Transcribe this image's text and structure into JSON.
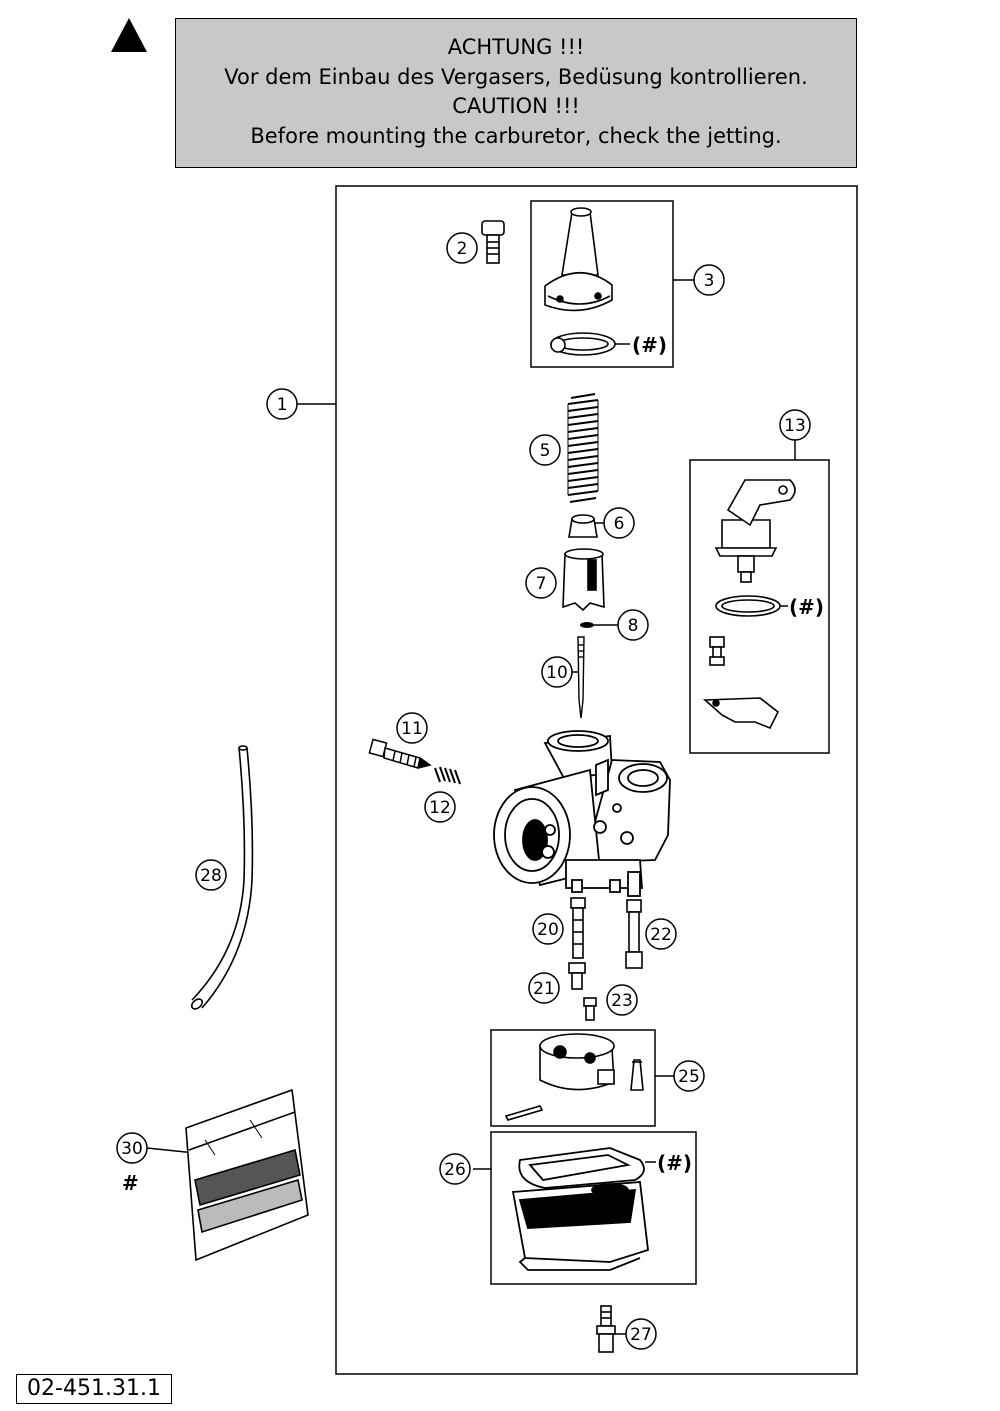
{
  "caution_box": {
    "line1": "ACHTUNG !!!",
    "line2": "Vor dem Einbau des Vergasers, Bedüsung kontrollieren.",
    "line3": "CAUTION !!!",
    "line4": "Before mounting the carburetor, check the jetting."
  },
  "document_id": "02-451.31.1",
  "callouts": {
    "c1": "1",
    "c2": "2",
    "c3": "3",
    "c5": "5",
    "c6": "6",
    "c7": "7",
    "c8": "8",
    "c10": "10",
    "c11": "11",
    "c12": "12",
    "c13": "13",
    "c20": "20",
    "c21": "21",
    "c22": "22",
    "c23": "23",
    "c25": "25",
    "c26": "26",
    "c27": "27",
    "c28": "28",
    "c30": "30"
  },
  "kit_marks": {
    "m3": "(#)",
    "m13": "(#)",
    "m26": "(#)",
    "m30": "#"
  },
  "colors": {
    "caution_bg": "#c8c8c8",
    "line": "#000000"
  }
}
